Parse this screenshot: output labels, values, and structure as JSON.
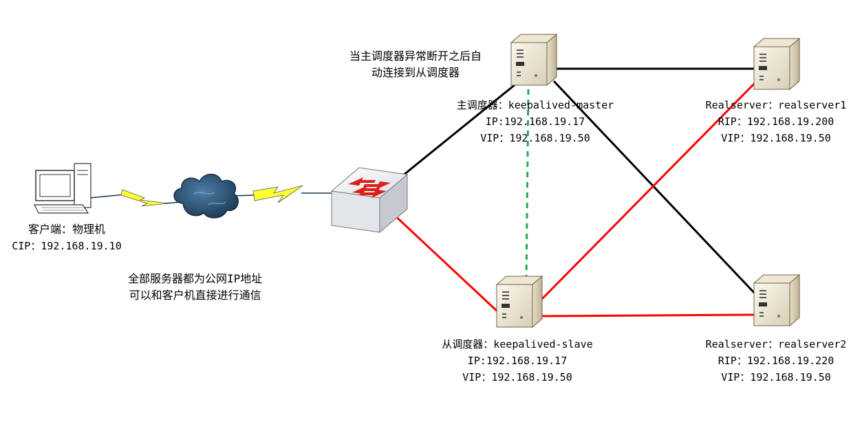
{
  "colors": {
    "primary_link": "#000000",
    "backup_link": "#ff0000",
    "heartbeat_link": "#22aa55",
    "wireless_link": "#ffff33",
    "server_body": "#f1e9d5",
    "cloud": "#2b4f6e"
  },
  "notes": {
    "failover": [
      "当主调度器异常断开之后自",
      "动连接到从调度器"
    ],
    "public_ip": [
      "全部服务器都为公网IP地址",
      "可以和客户机直接进行通信"
    ]
  },
  "nodes": {
    "client": {
      "icon": "desktop-computer-icon",
      "lines": [
        "客户端：物理机",
        "CIP：192.168.19.10"
      ]
    },
    "network": {
      "icon": "cloud-icon"
    },
    "switch": {
      "icon": "switch-icon"
    },
    "master": {
      "icon": "server-icon",
      "lines": [
        "主调度器：keepalived-master",
        "IP:192.168.19.17",
        "VIP：192.168.19.50"
      ]
    },
    "slave": {
      "icon": "server-icon",
      "lines": [
        "从调度器：keepalived-slave",
        "IP:192.168.19.17",
        "VIP：192.168.19.50"
      ]
    },
    "rs1": {
      "icon": "server-icon",
      "lines": [
        "Realserver：realserver1",
        "RIP：192.168.19.200",
        "VIP：192.168.19.50"
      ]
    },
    "rs2": {
      "icon": "server-icon",
      "lines": [
        "Realserver：realserver2",
        "RIP：192.168.19.220",
        "VIP：192.168.19.50"
      ]
    }
  }
}
